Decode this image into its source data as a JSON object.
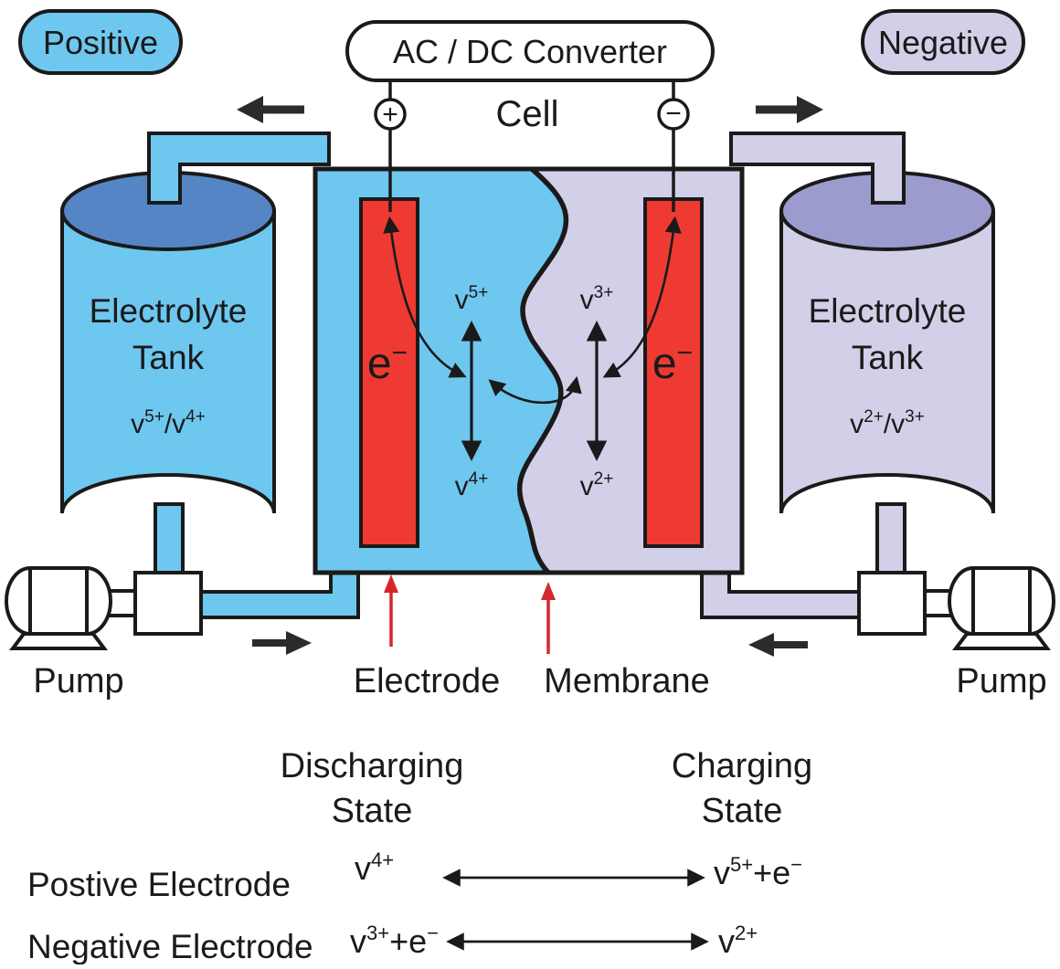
{
  "colors": {
    "positive_fill": "#6EC7EF",
    "positive_top": "#5585C5",
    "negative_fill": "#D2CFE8",
    "negative_top": "#9B9BCE",
    "electrode_red": "#EE3A33",
    "annotation_red": "#D6262C",
    "state_blue": "#3A4A9F",
    "ink": "#1A1A1A"
  },
  "header": {
    "positive_badge": "Positive",
    "negative_badge": "Negative",
    "converter_label": "AC / DC Converter",
    "cell_label": "Cell",
    "plus_terminal": "+",
    "minus_terminal": "−"
  },
  "left_tank": {
    "line1": "Electrolyte",
    "line2": "Tank",
    "species": {
      "v1": "v",
      "s1": "5+",
      "slash": "/",
      "v2": "v",
      "s2": "4+"
    }
  },
  "right_tank": {
    "line1": "Electrolyte",
    "line2": "Tank",
    "species": {
      "v1": "v",
      "s1": "2+",
      "slash": "/",
      "v2": "v",
      "s2": "3+"
    }
  },
  "cell": {
    "left_electrode_label": {
      "base": "e",
      "sup": "−"
    },
    "right_electrode_label": {
      "base": "e",
      "sup": "−"
    },
    "left_ion_top": {
      "base": "v",
      "sup": "5+"
    },
    "left_ion_bottom": {
      "base": "v",
      "sup": "4+"
    },
    "right_ion_top": {
      "base": "v",
      "sup": "3+"
    },
    "right_ion_bottom": {
      "base": "v",
      "sup": "2+"
    }
  },
  "annotations": {
    "pump_left": "Pump",
    "electrode": "Electrode",
    "membrane": "Membrane",
    "pump_right": "Pump"
  },
  "states": {
    "discharging1": "Discharging",
    "discharging2": "State",
    "charging1": "Charging",
    "charging2": "State"
  },
  "reactions": {
    "positive_label": "Postive Electrode",
    "negative_label": "Negative Electrode",
    "pos_left": {
      "base": "v",
      "sup": "4+"
    },
    "pos_right": {
      "base": "v",
      "sup": "5+",
      "mid": "+e",
      "sup2": "−"
    },
    "neg_left": {
      "base": "v",
      "sup": "3+",
      "mid": "+e",
      "sup2": "−"
    },
    "neg_right": {
      "base": "v",
      "sup": "2+"
    }
  }
}
